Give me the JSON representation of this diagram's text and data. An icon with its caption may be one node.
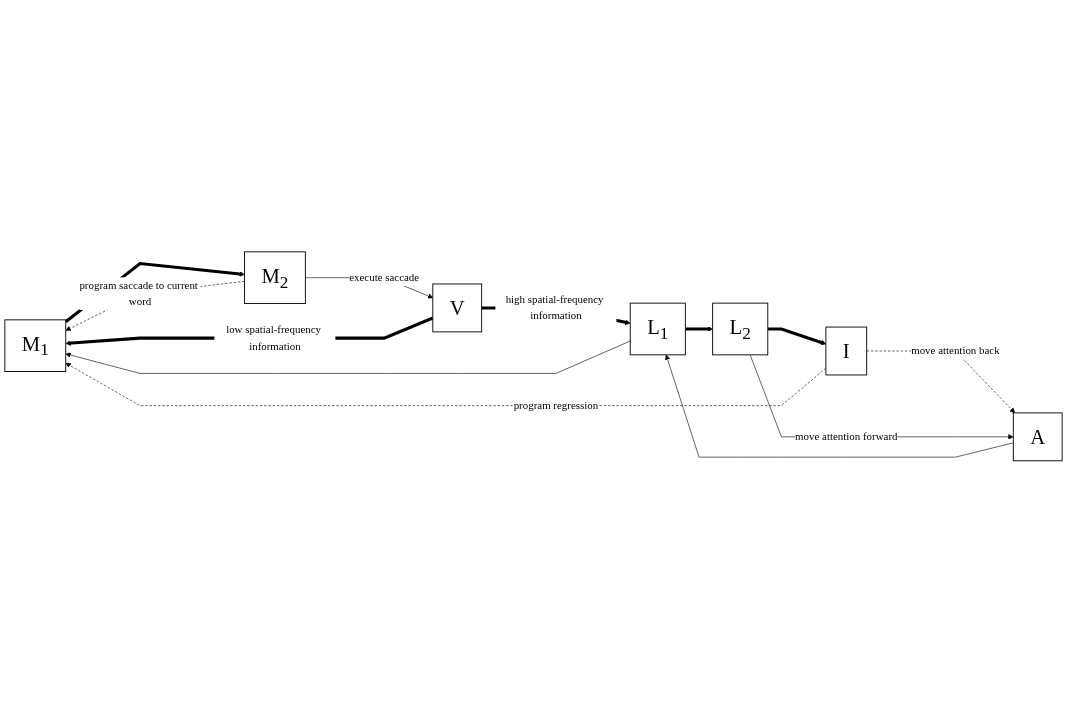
{
  "diagram": {
    "nodes": [
      {
        "text": [
          "M$_{1}$"
        ]
      },
      {
        "text": [
          "M$_{2}$"
        ]
      },
      {
        "text": [
          "V"
        ]
      },
      {
        "text": [
          "I"
        ]
      },
      {
        "text": [
          "L$_{1}$"
        ]
      },
      {
        "text": [
          "L$_{2}$"
        ]
      },
      {
        "text": [
          "A"
        ]
      }
    ],
    "edges": [
      {
        "from": 1,
        "to": 2,
        "arrow": "to",
        "label": "execute saccade"
      },
      {
        "from": 1,
        "to": 0,
        "arrow": "to",
        "style": "dashed",
        "label": "program saccade to current word"
      },
      {
        "from": 0,
        "to": 1,
        "arrow": "to",
        "style": "thick"
      },
      {
        "from": 2,
        "to": 0,
        "arrow": "to",
        "style": "thick",
        "label": "low spatial-frequency information"
      },
      {
        "from": 2,
        "to": 4,
        "arrow": "to",
        "style": "thick",
        "label": "high spatial-frequency information"
      },
      {
        "from": 4,
        "to": 0,
        "arrow": "to"
      },
      {
        "from": 3,
        "to": 0,
        "arrow": "to",
        "style": "dashed",
        "label": "program regression"
      },
      {
        "from": 3,
        "to": 6,
        "arrow": "to",
        "style": "dashed",
        "label": "move attention back"
      },
      {
        "from": 4,
        "to": 5,
        "arrow": "to",
        "style": "thick"
      },
      {
        "from": 5,
        "to": 3,
        "arrow": "to",
        "style": "thick"
      },
      {
        "from": 5,
        "to": 6,
        "arrow": "to",
        "label": "move attention forward"
      },
      {
        "from": 6,
        "to": 4,
        "arrow": "to"
      }
    ]
  }
}
